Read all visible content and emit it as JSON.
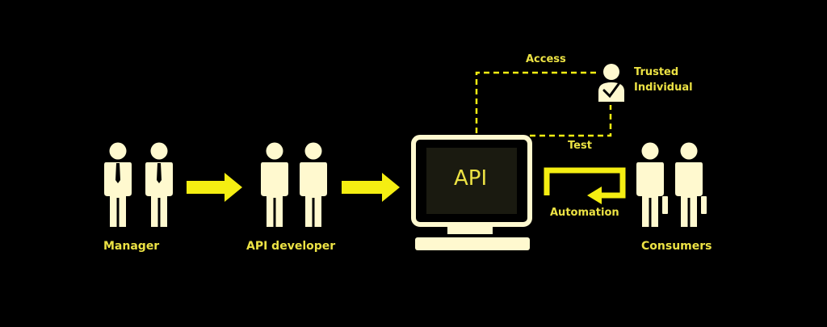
{
  "colors": {
    "background": "#000000",
    "figure": "#fff9cf",
    "arrow": "#f5ee12",
    "label": "#ece244",
    "screen": "#1a1a10"
  },
  "labels": {
    "manager": "Manager",
    "api_developer": "API developer",
    "api": "API",
    "consumers": "Consumers",
    "access": "Access",
    "trusted_line1": "Trusted",
    "trusted_line2": "Individual",
    "test": "Test",
    "automation": "Automation"
  },
  "icons": {
    "manager_group": "two-businessmen-with-ties-icon",
    "developer_group": "two-people-icon",
    "computer": "computer-monitor-icon",
    "trusted_person": "person-with-checkmark-icon",
    "consumer_group": "two-people-with-briefcases-icon",
    "flow_arrow": "right-arrow-icon",
    "automation_loop": "loop-arrow-icon"
  }
}
